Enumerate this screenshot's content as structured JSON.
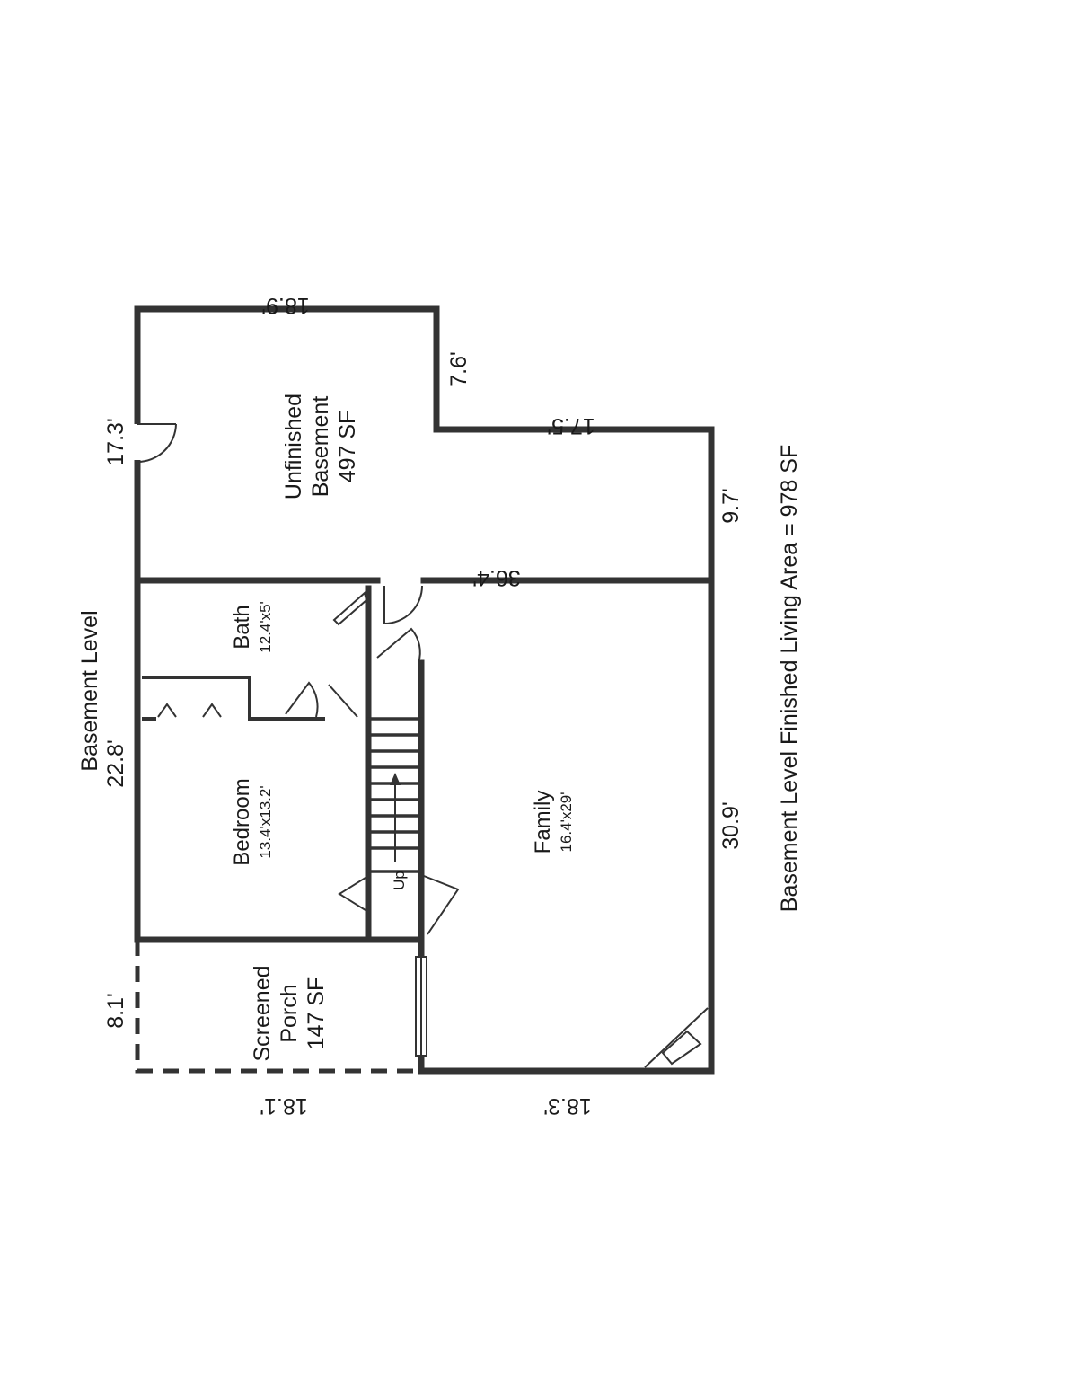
{
  "plan": {
    "title": "Basement Level",
    "footer": "Basement Level Finished Living Area = 978 SF",
    "rooms": {
      "unfinished": {
        "line1": "Unfinished",
        "line2": "Basement",
        "area": "497 SF"
      },
      "bath": {
        "name": "Bath",
        "size": "12.4'x5'"
      },
      "bedroom": {
        "name": "Bedroom",
        "size": "13.4'x13.2'"
      },
      "family": {
        "name": "Family",
        "size": "16.4'x29'"
      },
      "porch": {
        "line1": "Screened",
        "line2": "Porch",
        "area": "147 SF"
      }
    },
    "stairs": {
      "label": "Up"
    },
    "dimensions": {
      "top_unfinished": "18.9'",
      "notch_vertical": "7.6'",
      "notch_horizontal": "17.5'",
      "left_unfinished": "17.3'",
      "right_unfinished": "9.7'",
      "interior_wall": "36.4'",
      "left_bedroom": "22.8'",
      "right_family": "30.9'",
      "left_porch": "8.1'",
      "bottom_porch": "18.1'",
      "bottom_family": "18.3'"
    }
  }
}
